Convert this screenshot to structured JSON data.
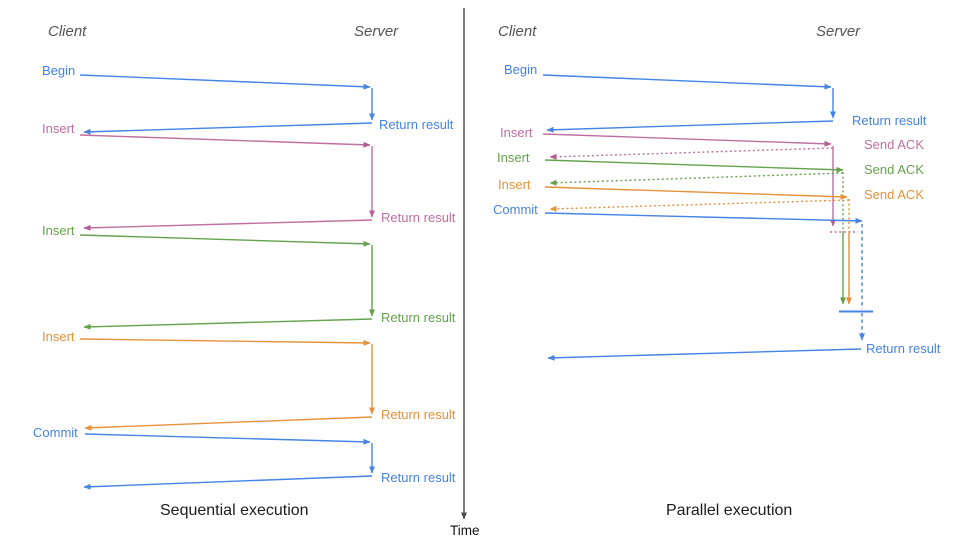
{
  "axis": {
    "label": "Time"
  },
  "colors": {
    "blue": "#4583e4",
    "pink": "#bf6fa0",
    "green": "#64a34c",
    "orange": "#e6913c",
    "axis": "#4a4a4a"
  },
  "left": {
    "client": "Client",
    "server": "Server",
    "caption": "Sequential execution",
    "ops": [
      {
        "label": "Begin",
        "return_label": "Return result"
      },
      {
        "label": "Insert",
        "return_label": "Return result"
      },
      {
        "label": "Insert",
        "return_label": "Return result"
      },
      {
        "label": "Insert",
        "return_label": "Return result"
      },
      {
        "label": "Commit",
        "return_label": "Return result"
      }
    ]
  },
  "right": {
    "client": "Client",
    "server": "Server",
    "caption": "Parallel execution",
    "ops": [
      {
        "label": "Begin",
        "server_label": "Return result"
      },
      {
        "label": "Insert",
        "server_label": "Send ACK"
      },
      {
        "label": "Insert",
        "server_label": "Send ACK"
      },
      {
        "label": "Insert",
        "server_label": "Send ACK"
      },
      {
        "label": "Commit",
        "server_label": "Return result"
      }
    ]
  }
}
